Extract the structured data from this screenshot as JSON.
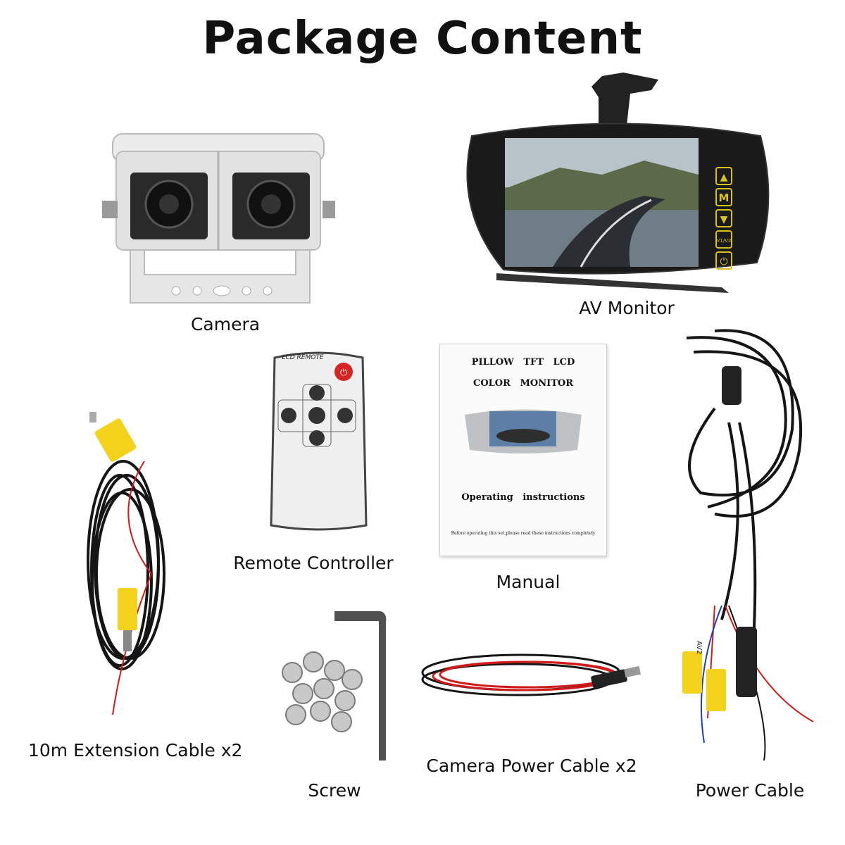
{
  "title": "Package Content",
  "items": {
    "camera": "Camera",
    "monitor": "AV Monitor",
    "remote": "Remote Controller",
    "manual": "Manual",
    "extension_cable": "10m Extension Cable x2",
    "screw": "Screw",
    "camera_power_cable": "Camera Power Cable x2",
    "power_cable": "Power Cable"
  },
  "remote": {
    "header": "LCD REMOTE"
  },
  "manual": {
    "line1": "PILLOW   TFT   LCD",
    "line2": "COLOR   MONITOR",
    "line3": "Operating   instructions",
    "footnote": "Before operating this set,please read these instructions completely"
  },
  "monitor": {
    "buttons": [
      "▲",
      "M",
      "▼",
      "V1/V2",
      "⏻"
    ]
  },
  "power_cable": {
    "tag": "AV2"
  },
  "colors": {
    "rca_yellow": "#f2d21b",
    "wire_red": "#d11a1a",
    "wire_blue": "#1f3fbf",
    "cable_black": "#151515",
    "camera_white": "#e4e4e4",
    "power_button_red": "#d42424"
  }
}
